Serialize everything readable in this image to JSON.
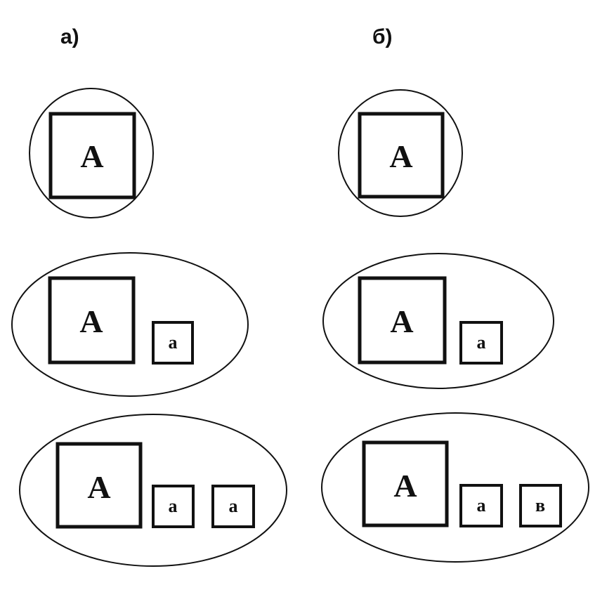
{
  "panels": {
    "left": {
      "label": "а)",
      "groups": [
        {
          "big": "А",
          "small": []
        },
        {
          "big": "А",
          "small": [
            "а"
          ]
        },
        {
          "big": "А",
          "small": [
            "а",
            "а"
          ]
        }
      ]
    },
    "right": {
      "label": "б)",
      "groups": [
        {
          "big": "А",
          "small": []
        },
        {
          "big": "А",
          "small": [
            "а"
          ]
        },
        {
          "big": "А",
          "small": [
            "а",
            "в"
          ]
        }
      ]
    }
  },
  "colors": {
    "ink": "#111111",
    "background": "#ffffff"
  }
}
